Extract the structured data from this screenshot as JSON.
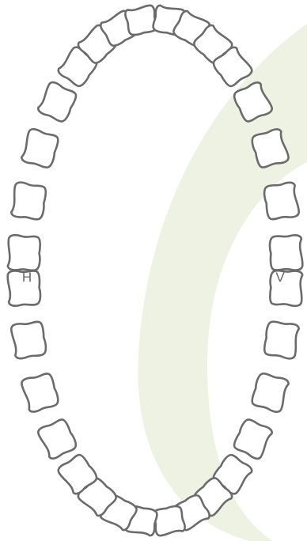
{
  "chart": {
    "left_side_label": "H",
    "right_side_label": "V"
  },
  "colors": {
    "background_swoosh": "#eef2e3",
    "tooth_outline": "#6b6b6b",
    "tooth_fill": "#ffffff",
    "label": "#666666"
  },
  "teeth": {
    "upper_count": 16,
    "lower_count": 16
  }
}
